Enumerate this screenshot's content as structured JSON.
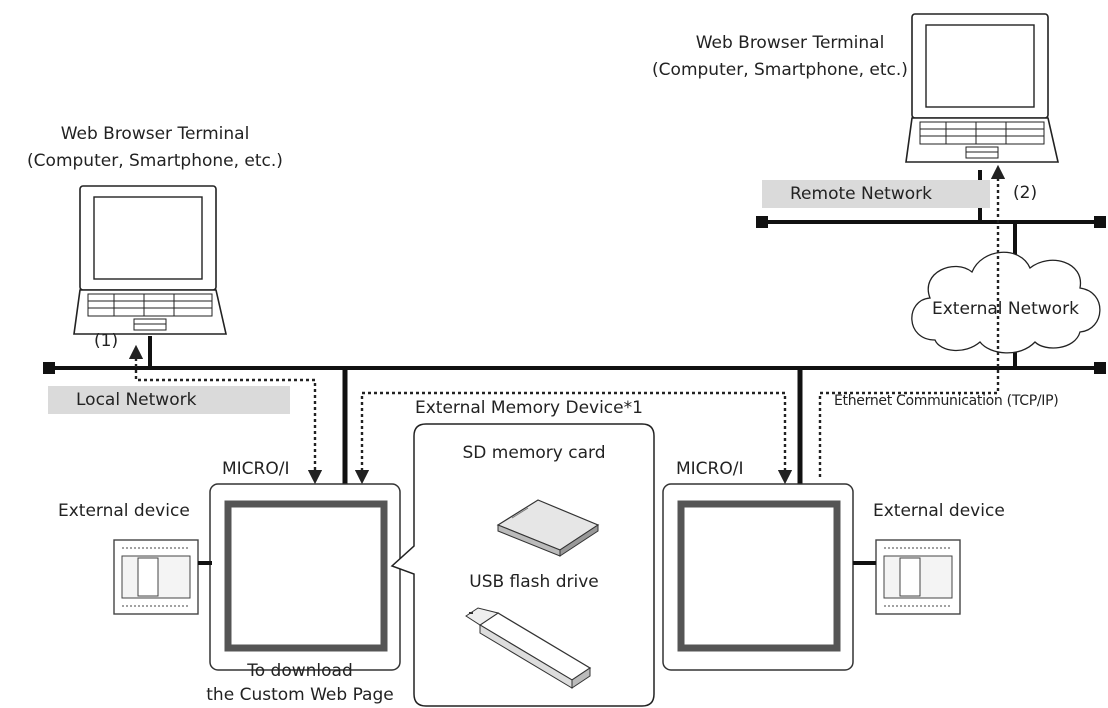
{
  "terminals": {
    "local": {
      "name": "Web Browser Terminal",
      "sub": "(Computer, Smartphone, etc.)"
    },
    "remote": {
      "name": "Web Browser Terminal",
      "sub": "(Computer, Smartphone, etc.)"
    }
  },
  "paths": {
    "local_marker": "(1)",
    "remote_marker": "(2)"
  },
  "networks": {
    "remote": "Remote Network",
    "external": "External Network",
    "local": "Local Network",
    "ethernet": "Ethernet Communication (TCP/IP)"
  },
  "devices": {
    "left_hmi": "MICRO/I",
    "right_hmi": "MICRO/I",
    "left_ext": "External device",
    "right_ext": "External device"
  },
  "memory": {
    "title": "External Memory Device*1",
    "sd": "SD memory card",
    "usb": "USB flash drive"
  },
  "download_note": {
    "line1": "To download",
    "line2": "the Custom Web Page"
  }
}
